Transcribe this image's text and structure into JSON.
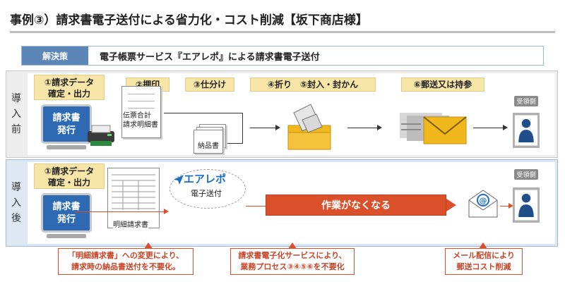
{
  "title": "事例③）請求書電子送付による省力化・コスト削減【坂下商店様】",
  "solution": {
    "label": "解決策",
    "text": "電子帳票サービス『エアレポ』による請求書電子送付"
  },
  "before": {
    "label_chars": [
      "導",
      "入",
      "前"
    ],
    "steps": [
      {
        "line1": "①請求データ",
        "line2": "確定・出力"
      },
      {
        "line1": "②押印",
        "line2": ""
      },
      {
        "line1": "③仕分け",
        "line2": ""
      },
      {
        "line1": "④折り　⑤封入・封かん",
        "line2": ""
      },
      {
        "line1": "⑥郵送又は持参",
        "line2": ""
      }
    ],
    "monitor_text": [
      "請求書",
      "発行"
    ],
    "doc_caption": [
      "伝票合計",
      "請求明細書"
    ],
    "delivery_caption": "納品書",
    "receiver_tag": "受領側"
  },
  "after": {
    "label_chars": [
      "導",
      "入",
      "後"
    ],
    "step": {
      "line1": "①請求データ",
      "line2": "確定・出力"
    },
    "monitor_text": [
      "請求書",
      "発行"
    ],
    "doc_caption": "明細請求書",
    "brand": "エアレポ",
    "brand_caption": "電子送付",
    "no_work": "作業がなくなる",
    "receiver_tag": "受領側"
  },
  "callouts": [
    {
      "line1": "「明細請求書」への変更により、",
      "line2": "請求時の納品書送付を不要化。"
    },
    {
      "line1": "請求書電子化サービスにより、",
      "line2": "業務プロセス③④⑤⑥を不要化"
    },
    {
      "line1": "メール配信により",
      "line2": "郵送コスト削減"
    }
  ],
  "colors": {
    "accent_blue": "#5b86b8",
    "step_yellow": "#f8e6a8",
    "arrow_red": "#d9502b",
    "monitor_blue": "#2e6ab3"
  }
}
